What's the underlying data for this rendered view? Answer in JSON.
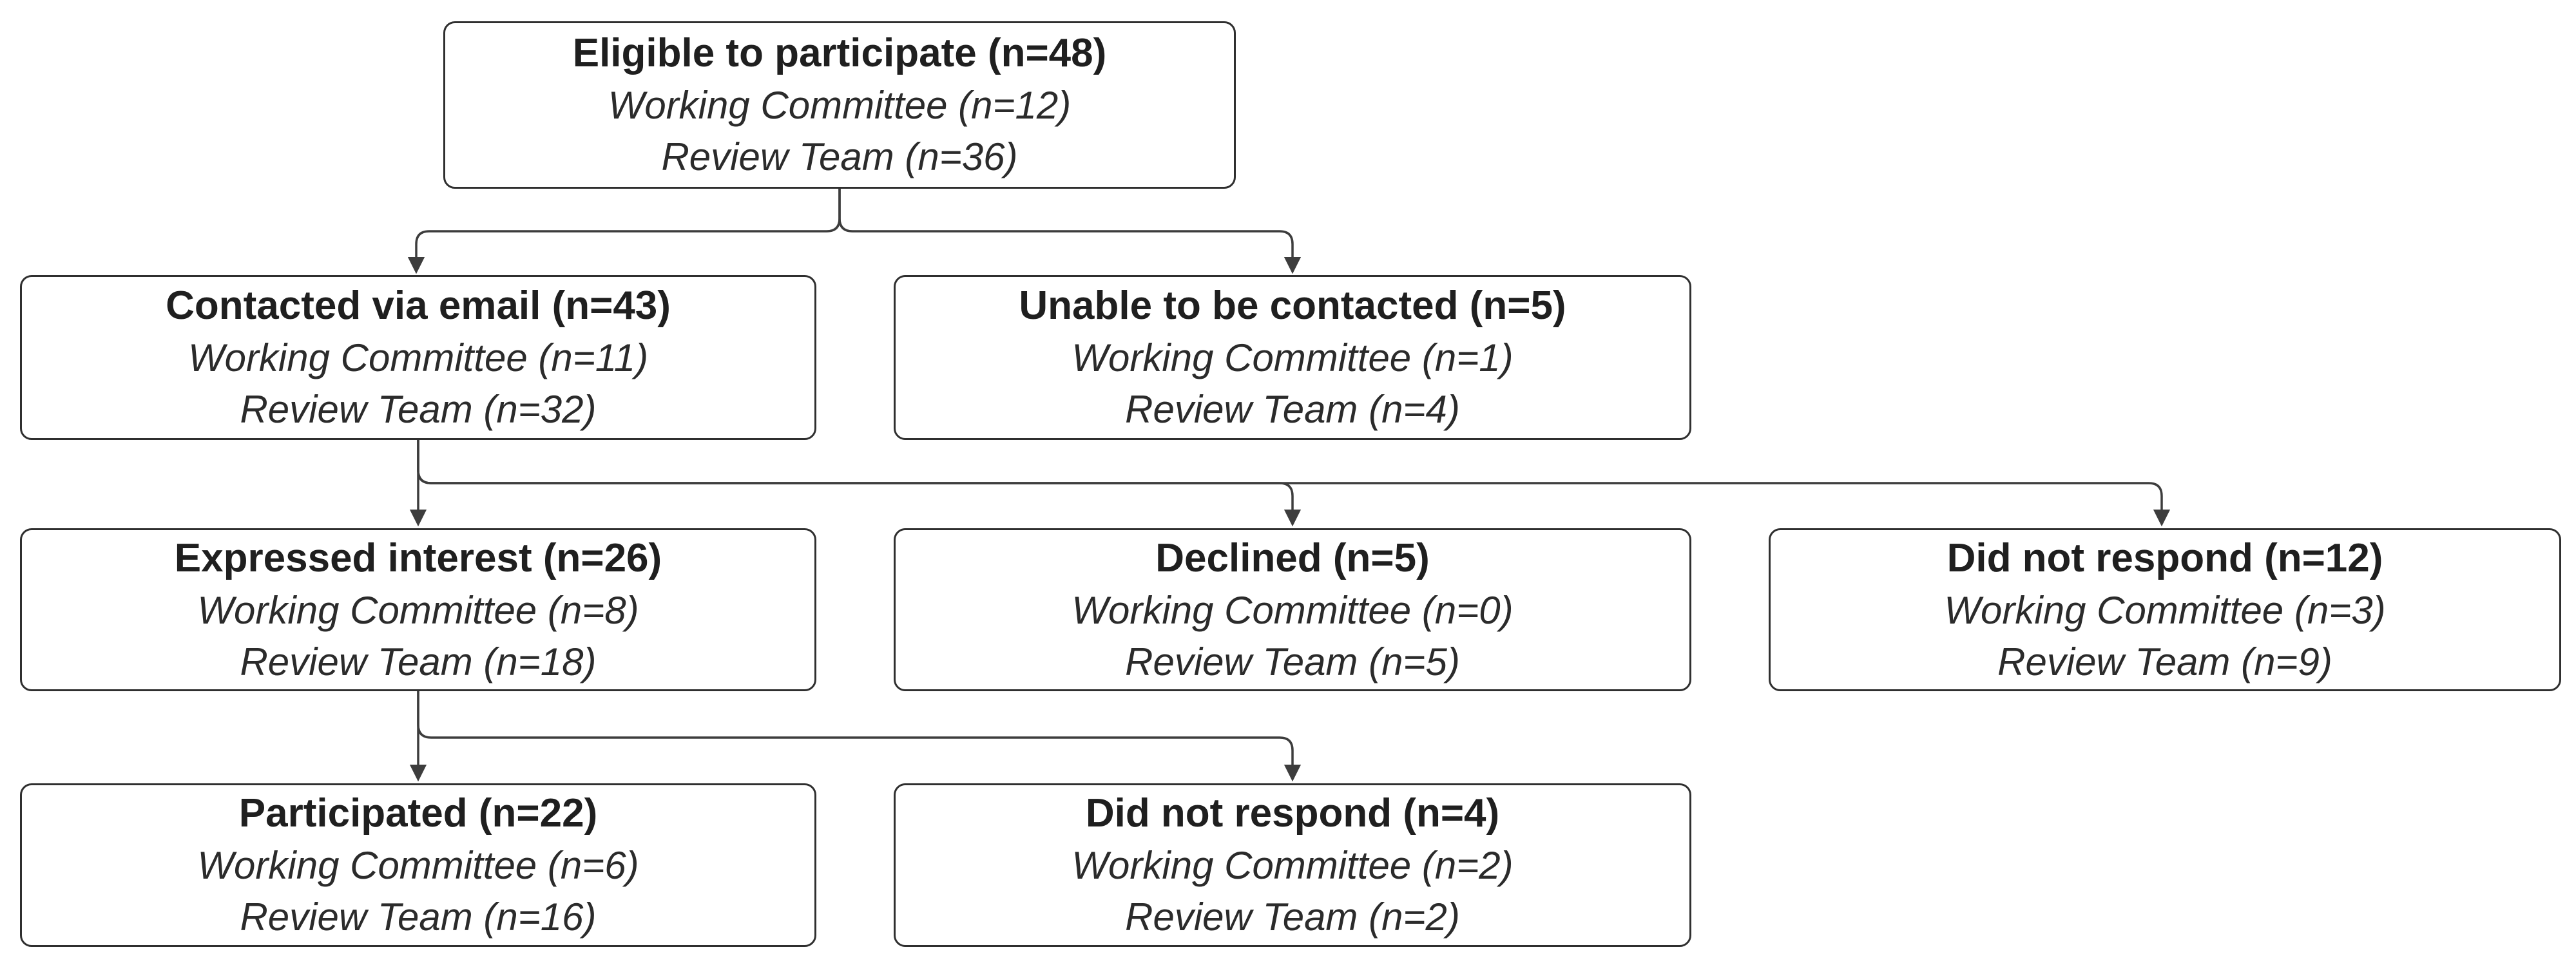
{
  "diagram": {
    "type": "flowchart",
    "colors": {
      "bg": "#ffffff",
      "box-border": "#2f2f2f",
      "box-fill": "#ffffff",
      "edge": "#3d3d3d",
      "text": "#1f1f1f"
    },
    "nodes": [
      {
        "id": "eligible",
        "title": "Eligible to participate (n=48)",
        "lines": [
          "Working Committee (n=12)",
          "Review Team (n=36)"
        ]
      },
      {
        "id": "contacted-via-email",
        "title": "Contacted via email (n=43)",
        "lines": [
          "Working Committee (n=11)",
          "Review Team (n=32)"
        ]
      },
      {
        "id": "unable-to-be-contacted",
        "title": "Unable to be contacted (n=5)",
        "lines": [
          "Working Committee (n=1)",
          "Review Team (n=4)"
        ]
      },
      {
        "id": "expressed-interest",
        "title": "Expressed interest (n=26)",
        "lines": [
          "Working Committee (n=8)",
          "Review Team (n=18)"
        ]
      },
      {
        "id": "declined",
        "title": "Declined (n=5)",
        "lines": [
          "Working Committee (n=0)",
          "Review Team (n=5)"
        ]
      },
      {
        "id": "did-not-respond-email",
        "title": "Did not respond (n=12)",
        "lines": [
          "Working Committee (n=3)",
          "Review Team (n=9)"
        ]
      },
      {
        "id": "participated",
        "title": "Participated (n=22)",
        "lines": [
          "Working Committee (n=6)",
          "Review Team (n=16)"
        ]
      },
      {
        "id": "did-not-respond-interest",
        "title": "Did not respond (n=4)",
        "lines": [
          "Working Committee (n=2)",
          "Review Team (n=2)"
        ]
      }
    ],
    "edges": [
      {
        "from": "eligible",
        "to": "contacted-via-email"
      },
      {
        "from": "eligible",
        "to": "unable-to-be-contacted"
      },
      {
        "from": "contacted-via-email",
        "to": "expressed-interest"
      },
      {
        "from": "contacted-via-email",
        "to": "declined"
      },
      {
        "from": "contacted-via-email",
        "to": "did-not-respond-email"
      },
      {
        "from": "expressed-interest",
        "to": "participated"
      },
      {
        "from": "expressed-interest",
        "to": "did-not-respond-interest"
      }
    ]
  }
}
